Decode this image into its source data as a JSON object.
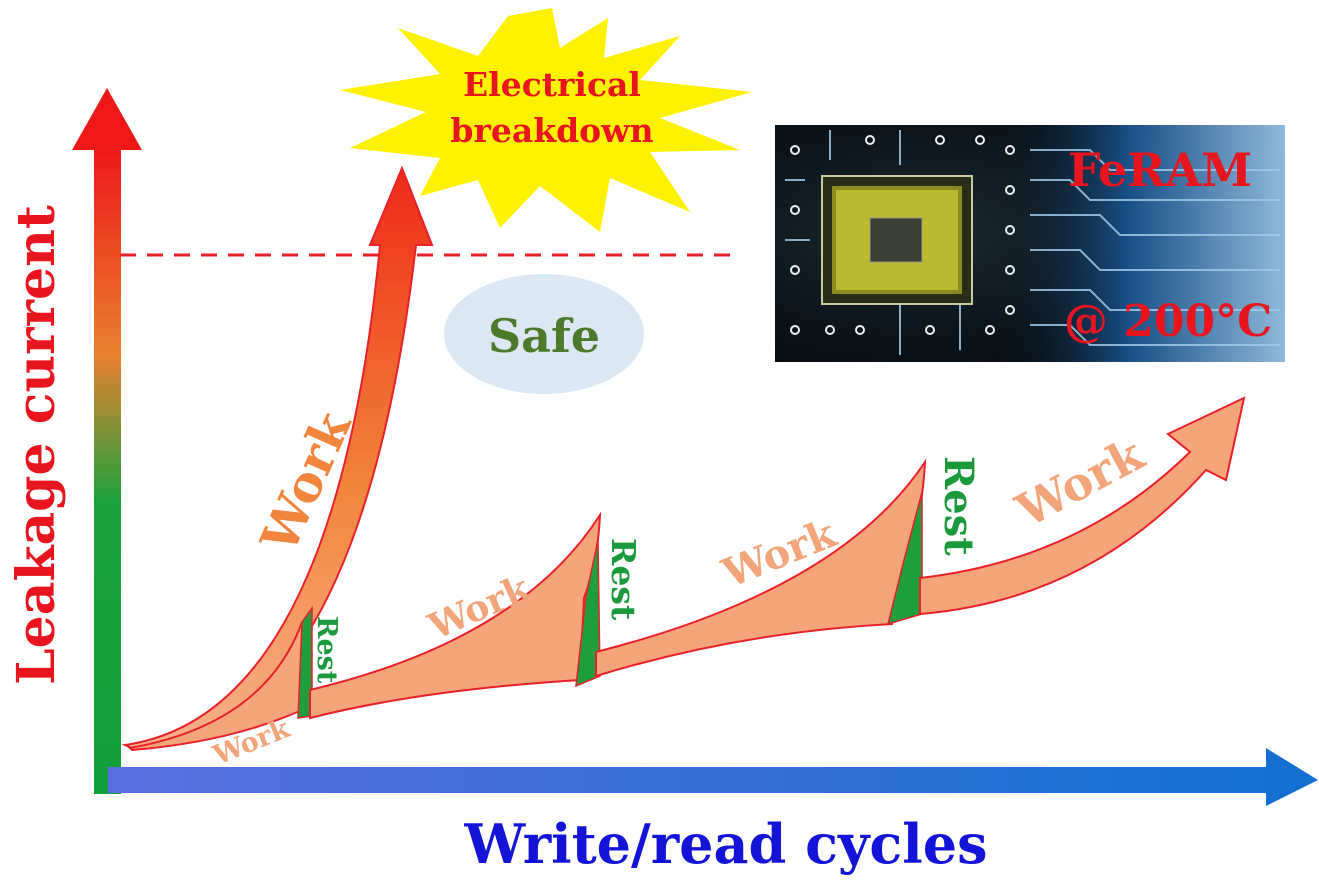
{
  "axes": {
    "y_label": "Leakage current",
    "x_label": "Write/read cycles"
  },
  "burst": {
    "line1": "Electrical",
    "line2": "breakdown"
  },
  "safe_label": "Safe",
  "chip": {
    "title": "FeRAM",
    "temperature": "@ 200°C"
  },
  "work_labels": {
    "w1": "Work",
    "w2": "Work",
    "w3": "Work",
    "w4": "Work",
    "w5": "Work"
  },
  "rest_labels": {
    "r1": "Rest",
    "r2": "Rest",
    "r3": "Rest"
  },
  "colors": {
    "axis_y_top": "#ee1c1c",
    "axis_y_bottom": "#1aa23c",
    "axis_x": "#1a64d8",
    "work_fill": "#f6a57a",
    "work_stroke": "#e8202a",
    "rest_fill": "#1e9e3c",
    "rest_text": "#1a9a3a",
    "work_text": "#f2a57a",
    "title_red": "#e8141e",
    "x_label_blue": "#1414d8",
    "safe_bg": "#dbe8f3",
    "safe_text": "#4a7a2a",
    "burst_fill": "#fff200"
  }
}
